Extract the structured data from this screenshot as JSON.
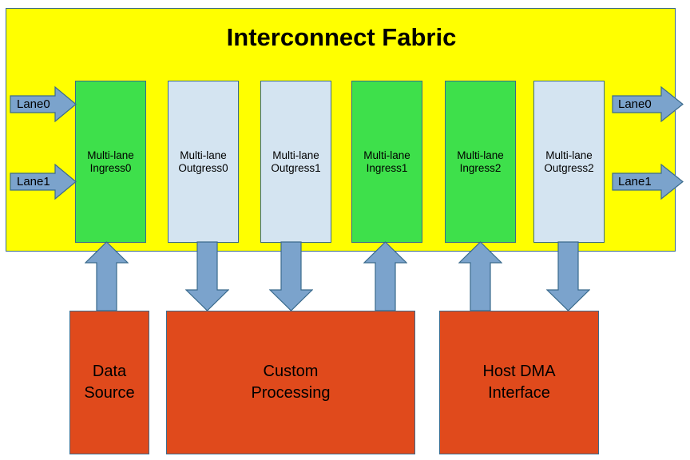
{
  "diagram": {
    "title": "Interconnect Fabric",
    "colors": {
      "fabric_fill": "#ffff00",
      "ingress_fill": "#3ee04b",
      "outgress_fill": "#d4e4f1",
      "block_fill": "#e04a1c",
      "arrow_fill": "#7ba3cc",
      "outline": "#3a6a8c"
    },
    "ports": [
      {
        "label": "Multi-lane\nIngress0",
        "kind": "ingress"
      },
      {
        "label": "Multi-lane\nOutgress0",
        "kind": "outgress"
      },
      {
        "label": "Multi-lane\nOutgress1",
        "kind": "outgress"
      },
      {
        "label": "Multi-lane\nIngress1",
        "kind": "ingress"
      },
      {
        "label": "Multi-lane\nIngress2",
        "kind": "ingress"
      },
      {
        "label": "Multi-lane\nOutgress2",
        "kind": "outgress"
      }
    ],
    "input_lanes": [
      {
        "label": "Lane0"
      },
      {
        "label": "Lane1"
      }
    ],
    "output_lanes": [
      {
        "label": "Lane0"
      },
      {
        "label": "Lane1"
      }
    ],
    "blocks": [
      {
        "label": "Data\nSource"
      },
      {
        "label": "Custom\nProcessing"
      },
      {
        "label": "Host DMA\nInterface"
      }
    ],
    "connectors": [
      {
        "direction": "up",
        "from": "Data Source",
        "to": "Multi-lane Ingress0"
      },
      {
        "direction": "down",
        "from": "Multi-lane Outgress0",
        "to": "Custom Processing"
      },
      {
        "direction": "down",
        "from": "Multi-lane Outgress1",
        "to": "Custom Processing"
      },
      {
        "direction": "up",
        "from": "Custom Processing",
        "to": "Multi-lane Ingress1"
      },
      {
        "direction": "up",
        "from": "Host DMA Interface",
        "to": "Multi-lane Ingress2"
      },
      {
        "direction": "down",
        "from": "Multi-lane Outgress2",
        "to": "Host DMA Interface"
      }
    ]
  }
}
